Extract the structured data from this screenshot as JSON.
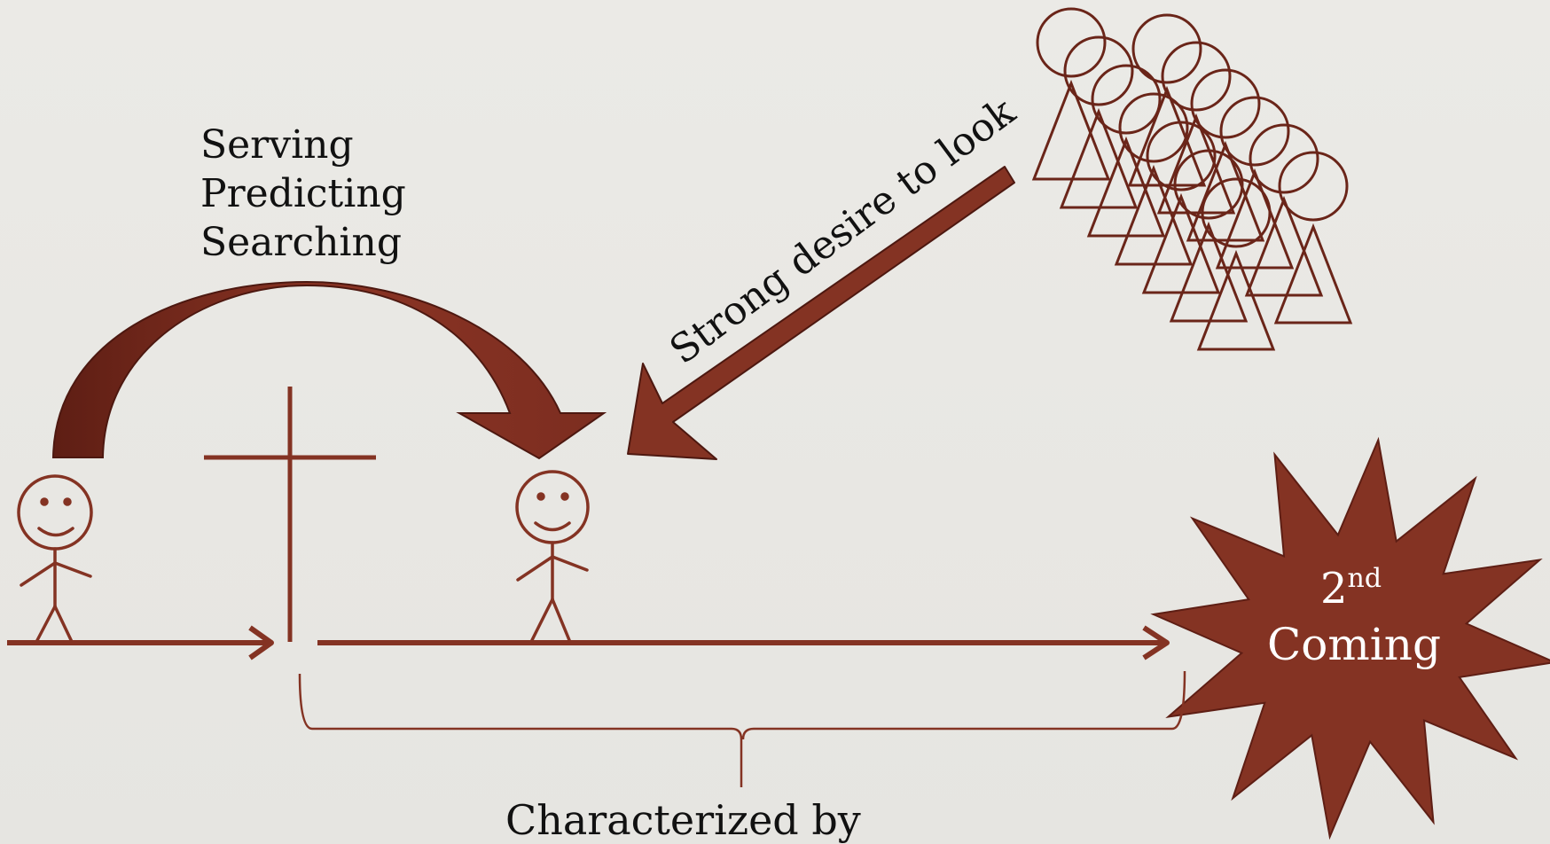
{
  "labels": {
    "serving": "Serving",
    "predicting": "Predicting",
    "searching": "Searching",
    "desire": "Strong desire to look",
    "coming_ordinal": "2",
    "coming_sup": "nd",
    "coming_word": "Coming",
    "characterized": "Characterized by"
  },
  "colors": {
    "brown": "#843323",
    "dark_brown": "#6a2519",
    "background": "#e9e8e4"
  },
  "icons": {
    "cross": "cross-icon",
    "stick_figure": "stick-figure-icon",
    "starburst": "starburst-icon",
    "crowd": "crowd-icon"
  }
}
